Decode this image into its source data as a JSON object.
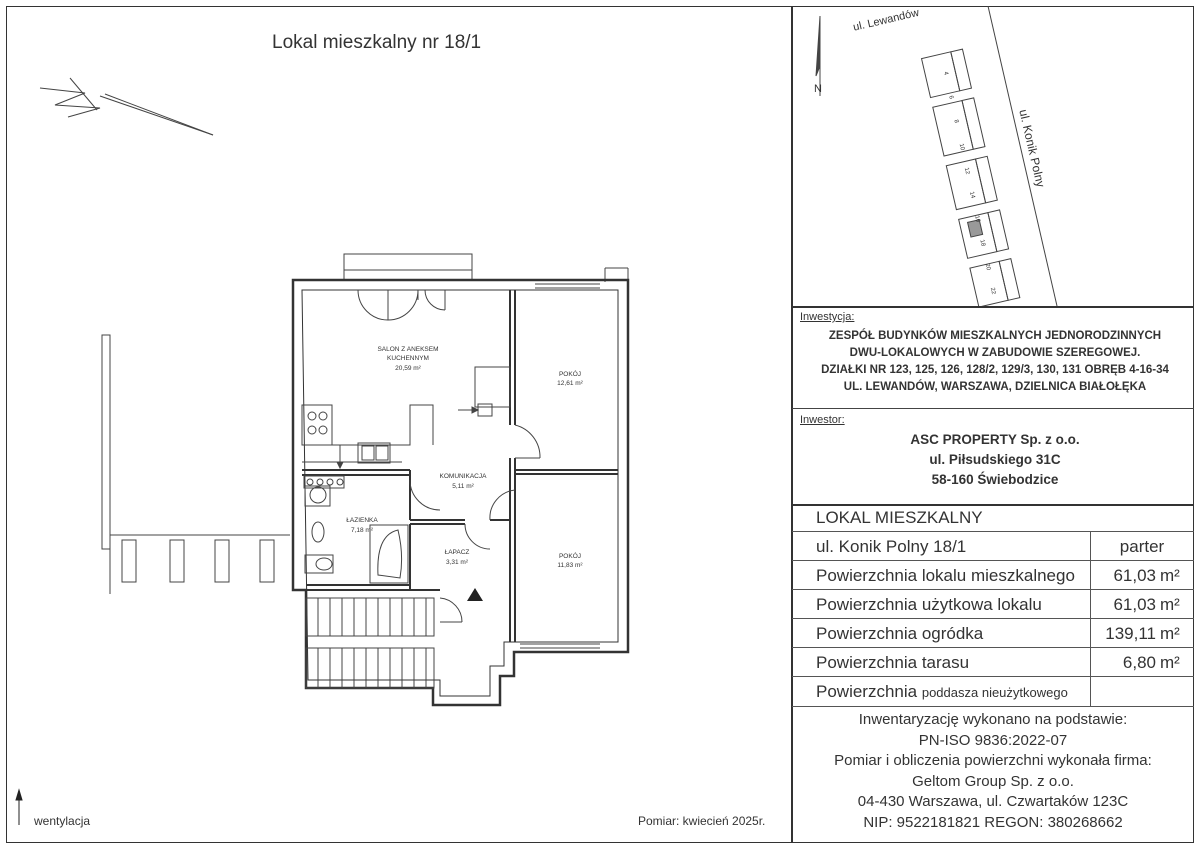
{
  "plan": {
    "title": "Lokal mieszkalny nr 18/1",
    "measurement_note": "Pomiar: kwiecień 2025r.",
    "legend_ventilation": "wentylacja",
    "rooms": [
      {
        "name": "SALON Z ANEKSEM KUCHENNYM",
        "area": "20,59 m²"
      },
      {
        "name": "POKÓJ",
        "area": "12,61 m²"
      },
      {
        "name": "KOMUNIKACJA",
        "area": "5,11 m²"
      },
      {
        "name": "ŁAZIENKA",
        "area": "7,18 m²"
      },
      {
        "name": "ŁAPACZ",
        "area": "3,31 m²"
      },
      {
        "name": "POKÓJ",
        "area": "11,83 m²"
      }
    ]
  },
  "map": {
    "street_top": "ul. Lewandów",
    "street_right": "ul. Konik Polny",
    "north_label": "N",
    "house_numbers": [
      "4",
      "6",
      "8",
      "10",
      "12",
      "14",
      "16",
      "18",
      "20",
      "22"
    ]
  },
  "inwestycja": {
    "label": "Inwestycja:",
    "lines": [
      "ZESPÓŁ BUDYNKÓW MIESZKALNYCH JEDNORODZINNYCH",
      "DWU-LOKALOWYCH W ZABUDOWIE SZEREGOWEJ.",
      "DZIAŁKI NR 123, 125, 126, 128/2, 129/3, 130, 131 OBRĘB 4-16-34",
      "UL. LEWANDÓW, WARSZAWA, DZIELNICA BIAŁOŁĘKA"
    ]
  },
  "inwestor": {
    "label": "Inwestor:",
    "lines": [
      "ASC PROPERTY Sp. z o.o.",
      "ul. Piłsudskiego 31C",
      "58-160 Świebodzice"
    ]
  },
  "unit_table": {
    "header": "LOKAL MIESZKALNY",
    "address": "ul. Konik Polny 18/1",
    "floor": "parter",
    "rows": [
      {
        "label": "Powierzchnia lokalu mieszkalnego",
        "value": "61,03",
        "unit": "m²"
      },
      {
        "label": "Powierzchnia użytkowa lokalu",
        "value": "61,03",
        "unit": "m²"
      },
      {
        "label": "Powierzchnia ogródka",
        "value": "139,11",
        "unit": "m²"
      },
      {
        "label": "Powierzchnia tarasu",
        "value": "6,80",
        "unit": "m²"
      }
    ],
    "attic_label_main": "Powierzchnia",
    "attic_label_small": "poddasza nieużytkowego"
  },
  "footer": {
    "lines": [
      "Inwentaryzację wykonano na podstawie:",
      "PN-ISO 9836:2022-07",
      "Pomiar i obliczenia powierzchni wykonała firma:",
      "Geltom Group Sp. z o.o.",
      "04-430 Warszawa, ul. Czwartaków 123C",
      "NIP: 9522181821 REGON: 380268662"
    ]
  }
}
